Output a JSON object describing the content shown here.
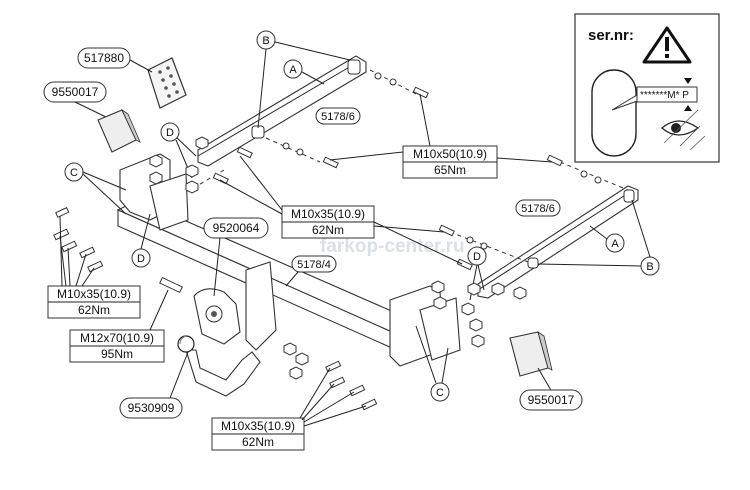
{
  "watermark": "farkop-center.ru",
  "serial_panel": {
    "title": "ser.nr:",
    "plate_text": "*******M* P"
  },
  "part_numbers": {
    "electrics_box": "517880",
    "module_left": "9550017",
    "module_right": "9550017",
    "socket": "9520064",
    "ball": "9530909",
    "main_bar": "5178/4",
    "side_left": "5178/6",
    "side_right": "5178/6"
  },
  "circle_labels": {
    "A": "A",
    "B": "B",
    "C": "C",
    "D": "D"
  },
  "torque_boxes": [
    {
      "spec": "M10x50(10.9)",
      "torque": "65Nm"
    },
    {
      "spec": "M10x35(10.9)",
      "torque": "62Nm"
    },
    {
      "spec": "M10x35(10.9)",
      "torque": "62Nm"
    },
    {
      "spec": "M12x70(10.9)",
      "torque": "95Nm"
    },
    {
      "spec": "M10x35(10.9)",
      "torque": "62Nm"
    }
  ]
}
